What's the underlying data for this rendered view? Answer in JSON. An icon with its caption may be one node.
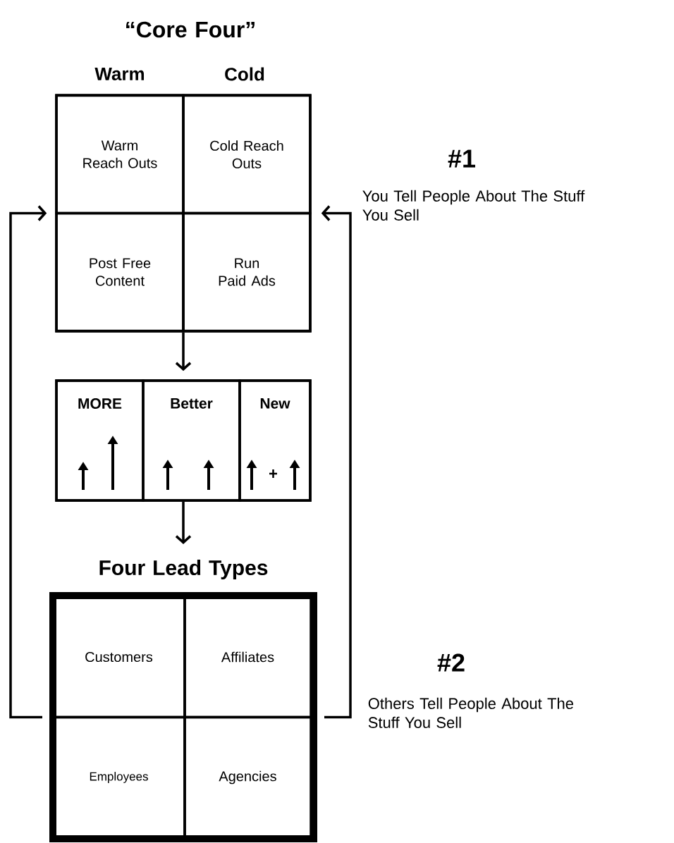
{
  "diagram": {
    "title": "“Core Four”",
    "nodes": [
      {
        "text": [],
        "shape": "box"
      },
      {
        "text": [
          "Warm Reach Outs"
        ],
        "in": 0
      },
      {
        "text": [
          "Cold Reach Outs"
        ],
        "in": 0
      },
      {
        "text": [
          "Post Free Content"
        ],
        "in": 0
      },
      {
        "text": [
          "Run Paid Ads"
        ],
        "in": 0
      },
      {
        "text": [],
        "shape": "box"
      },
      {
        "text": [
          "MORE"
        ],
        "in": 5
      },
      {
        "text": [
          "Better"
        ],
        "in": 5
      },
      {
        "text": [
          "New"
        ],
        "in": 5
      },
      {
        "text": [
          "Four Lead Types"
        ]
      },
      {
        "text": [
          "Customers"
        ],
        "in": 9
      },
      {
        "text": [
          "Affiliates"
        ],
        "in": 9
      },
      {
        "text": [
          "Employees"
        ],
        "in": 9
      },
      {
        "text": [
          "Agencies"
        ],
        "in": 9
      }
    ],
    "edges": [
      {
        "from": 0,
        "to": 5,
        "arrow": "to"
      },
      {
        "from": 5,
        "to": 9,
        "arrow": "to"
      },
      {
        "from": 9,
        "to": 0,
        "arrow": "to"
      },
      {
        "from": 9,
        "to": 0,
        "arrow": "to"
      }
    ],
    "labels": [
      "Warm",
      "Cold",
      "#1",
      "You Tell People About The Stuff You Sell",
      "#2",
      "Others Tell People About The Stuff You Sell"
    ]
  }
}
